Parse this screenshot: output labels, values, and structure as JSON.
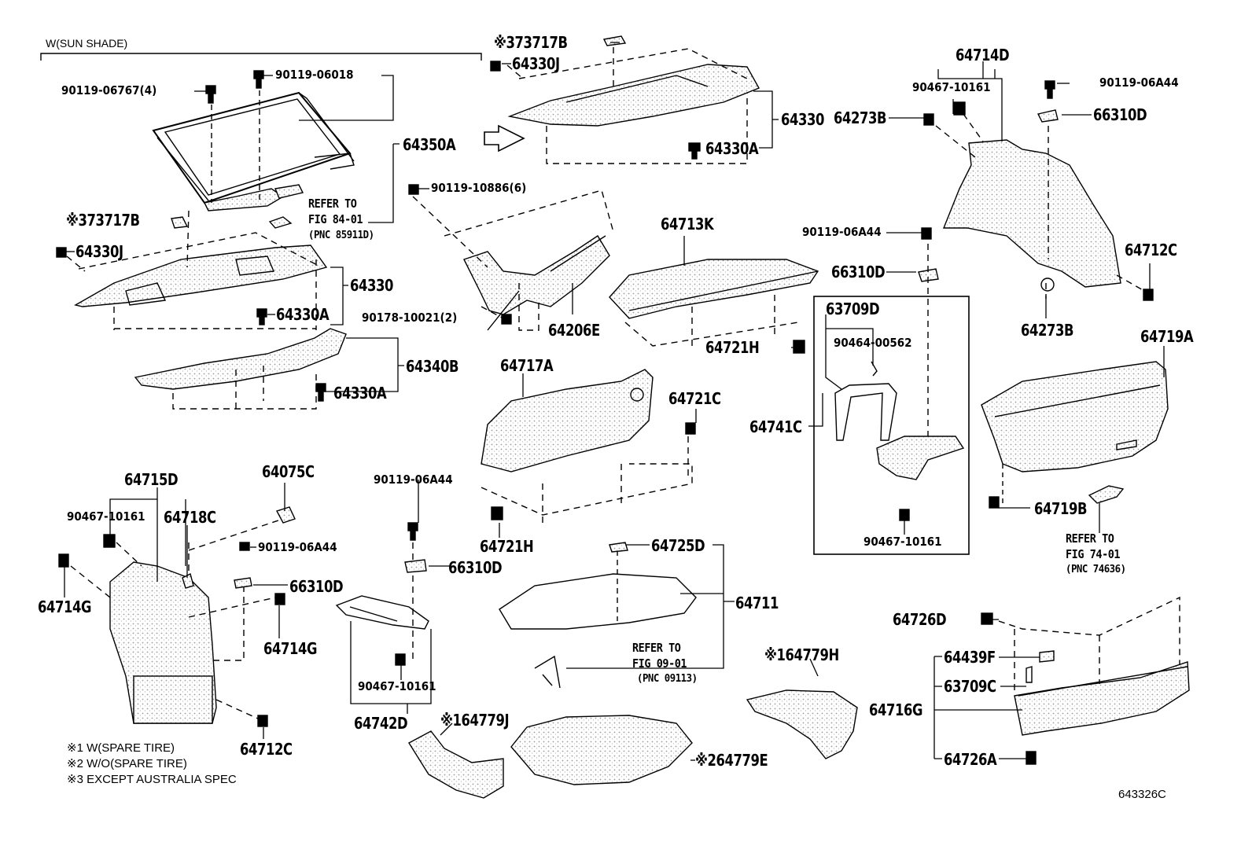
{
  "header": {
    "variant": "W(SUN SHADE)"
  },
  "labels": {
    "l_73717B_top": "※373717B",
    "l_64330J_top": "64330J",
    "l_64330_top": "64330",
    "l_64330A_top": "64330A",
    "l_90119_06767": "90119-06767(4)",
    "l_90119_06018": "90119-06018",
    "l_64350A": "64350A",
    "l_refer_84_a": "REFER TO",
    "l_refer_84_b": "FIG 84-01",
    "l_refer_84_c": "(PNC 85911D)",
    "l_73717B_left": "※373717B",
    "l_64330J_left": "64330J",
    "l_64330_left": "64330",
    "l_64330A_left": "64330A",
    "l_64340B": "64340B",
    "l_64330A_left2": "64330A",
    "l_90119_10886": "90119-10886(6)",
    "l_90178_10021": "90178-10021(2)",
    "l_64206E": "64206E",
    "l_64713K": "64713K",
    "l_64721H_mid": "64721H",
    "l_64714D": "64714D",
    "l_90467_10161_tr": "90467-10161",
    "l_90119_06A44_tr": "90119-06A44",
    "l_64273B_top": "64273B",
    "l_66310D_tr": "66310D",
    "l_90119_06A44_mid": "90119-06A44",
    "l_66310D_mid": "66310D",
    "l_64712C_r": "64712C",
    "l_64273B_bot": "64273B",
    "l_63709D": "63709D",
    "l_90464_00562": "90464-00562",
    "l_64741C": "64741C",
    "l_90467_10161_box": "90467-10161",
    "l_64719A": "64719A",
    "l_64719B": "64719B",
    "l_refer_74_a": "REFER TO",
    "l_refer_74_b": "FIG 74-01",
    "l_refer_74_c": "(PNC 74636)",
    "l_64717A": "64717A",
    "l_64721C": "64721C",
    "l_64721H_low": "64721H",
    "l_64715D": "64715D",
    "l_90467_10161_l": "90467-10161",
    "l_64718C": "64718C",
    "l_64075C": "64075C",
    "l_64714G_l": "64714G",
    "l_90119_06A44_l": "90119-06A44",
    "l_66310D_l": "66310D",
    "l_64714G_m": "64714G",
    "l_64712C_l": "64712C",
    "l_90119_06A44_c": "90119-06A44",
    "l_66310D_c": "66310D",
    "l_90467_10161_c": "90467-10161",
    "l_64742D": "64742D",
    "l_64725D": "64725D",
    "l_64711": "64711",
    "l_refer_09_a": "REFER TO",
    "l_refer_09_b": "FIG 09-01",
    "l_refer_09_c": "(PNC 09113)",
    "l_64779J": "※164779J",
    "l_64779E": "※264779E",
    "l_64779H": "※164779H",
    "l_64726D": "64726D",
    "l_64439F": "64439F",
    "l_63709C": "63709C",
    "l_64716G": "64716G",
    "l_64726A": "64726A",
    "figure_id": "643326C"
  },
  "notes": [
    "※1 W(SPARE TIRE)",
    "※2 W/O(SPARE TIRE)",
    "※3 EXCEPT AUSTRALIA SPEC"
  ]
}
